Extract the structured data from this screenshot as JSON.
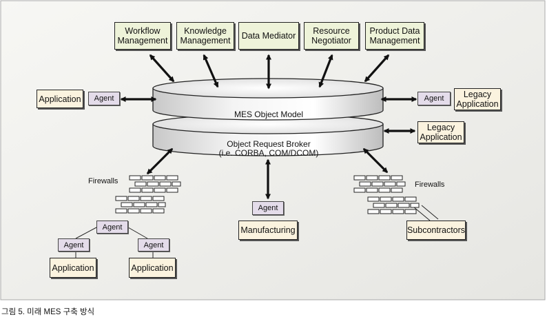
{
  "diagram": {
    "top_boxes": [
      {
        "label": "Workflow\nManagement"
      },
      {
        "label": "Knowledge\nManagement"
      },
      {
        "label": "Data Mediator"
      },
      {
        "label": "Resource\nNegotiator"
      },
      {
        "label": "Product Data\nManagement"
      }
    ],
    "mes_object_model": "MES Object Model",
    "orb": "Object Request Broker\n(i.e. CORBA, COM/DCOM)",
    "left_application": "Application",
    "left_agent": "Agent",
    "right_agent": "Agent",
    "legacy_application_1": "Legacy\nApplication",
    "legacy_application_2": "Legacy\nApplication",
    "firewalls_left": "Firewalls",
    "firewalls_right": "Firewalls",
    "bottom_left_agent": "Agent",
    "bottom_left_agent_a": "Agent",
    "bottom_left_agent_b": "Agent",
    "bottom_left_application_a": "Application",
    "bottom_left_application_b": "Application",
    "manufacturing_agent": "Agent",
    "manufacturing": "Manufacturing",
    "subcontractors": "Subcontractors",
    "colors": {
      "panel_bg": "#f2f2ef",
      "green_box": "#eef3d9",
      "cream_box": "#fbf3df",
      "agent_box": "#e4dcea"
    }
  },
  "caption": "그림 5. 미래 MES 구축 방식"
}
